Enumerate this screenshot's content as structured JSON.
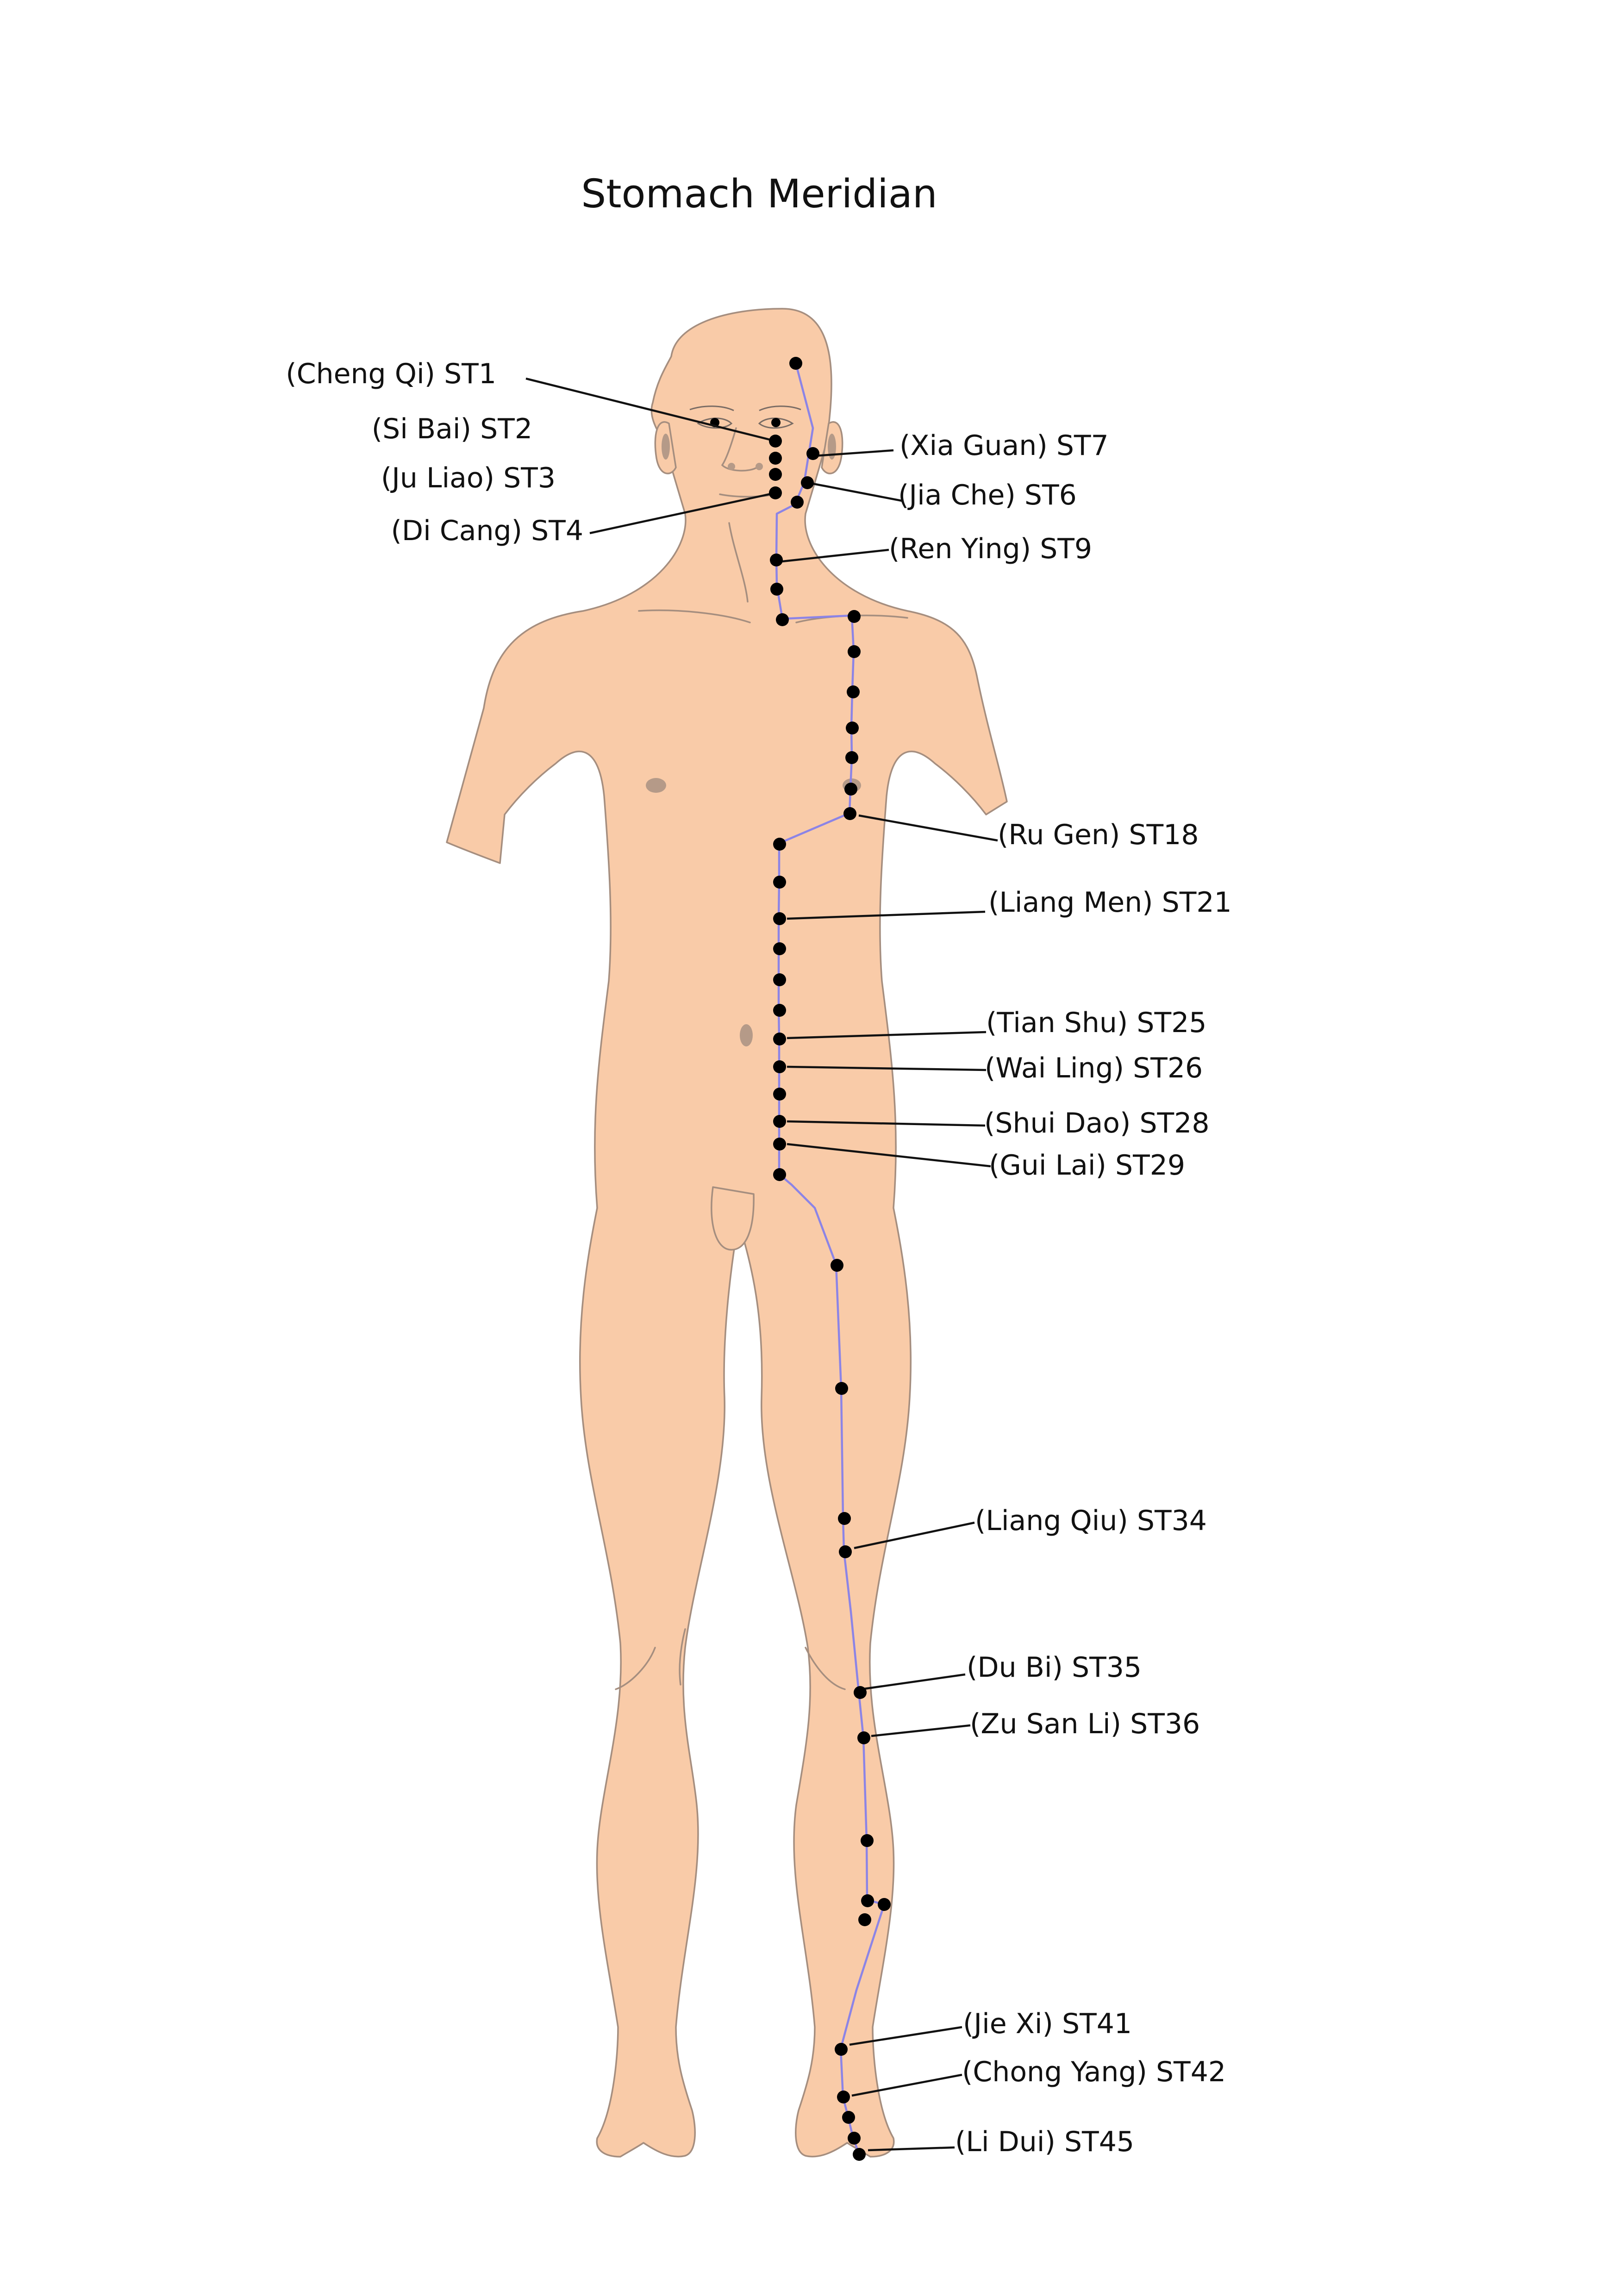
{
  "title": "Stomach Meridian",
  "colors": {
    "skin": "#f9cba8",
    "skin_outline": "#a58e7f",
    "meridian_line": "#8c84e6",
    "acupoint": "#000000",
    "text": "#111111",
    "background": "#ffffff"
  },
  "labels": [
    {
      "id": "st1",
      "text": "(Cheng Qi) ST1"
    },
    {
      "id": "st2",
      "text": "(Si Bai) ST2"
    },
    {
      "id": "st3",
      "text": "(Ju Liao) ST3"
    },
    {
      "id": "st4",
      "text": "(Di Cang) ST4"
    },
    {
      "id": "st7",
      "text": "(Xia Guan) ST7"
    },
    {
      "id": "st6",
      "text": "(Jia Che) ST6"
    },
    {
      "id": "st9",
      "text": "(Ren Ying) ST9"
    },
    {
      "id": "st18",
      "text": "(Ru Gen) ST18"
    },
    {
      "id": "st21",
      "text": "(Liang Men) ST21"
    },
    {
      "id": "st25",
      "text": "(Tian Shu) ST25"
    },
    {
      "id": "st26",
      "text": "(Wai Ling) ST26"
    },
    {
      "id": "st28",
      "text": "(Shui Dao) ST28"
    },
    {
      "id": "st29",
      "text": "(Gui Lai) ST29"
    },
    {
      "id": "st34",
      "text": "(Liang Qiu) ST34"
    },
    {
      "id": "st35",
      "text": "(Du Bi) ST35"
    },
    {
      "id": "st36",
      "text": "(Zu San Li) ST36"
    },
    {
      "id": "st41",
      "text": "(Jie Xi) ST41"
    },
    {
      "id": "st42",
      "text": "(Chong Yang) ST42"
    },
    {
      "id": "st45",
      "text": "(Li Dui) ST45"
    }
  ]
}
